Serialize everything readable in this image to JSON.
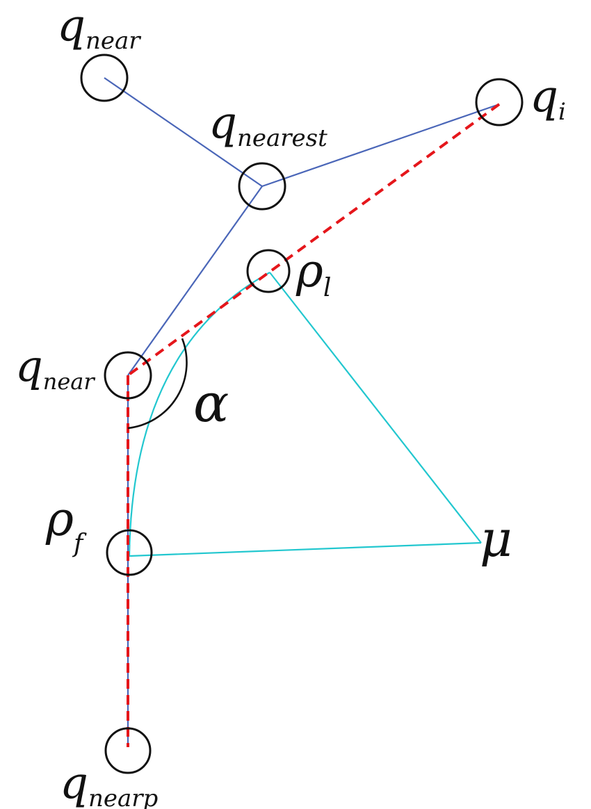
{
  "labels": {
    "q_near_top": {
      "base": "q",
      "sub": "near"
    },
    "q_nearest": {
      "base": "q",
      "sub": "nearest"
    },
    "q_i": {
      "base": "q",
      "sub": "i"
    },
    "rho_l": {
      "base": "ρ",
      "sub": "l"
    },
    "q_near_mid": {
      "base": "q",
      "sub": "near"
    },
    "alpha": "α",
    "rho_f": {
      "base": "ρ",
      "sub": "f"
    },
    "mu": "μ",
    "q_nearp": {
      "base": "q",
      "sub": "nearp"
    }
  },
  "colors": {
    "tree_edge": "#4a66b8",
    "planned_path": "#e5161b",
    "arc_and_triangle": "#22c7cf",
    "node_outline": "#111111"
  }
}
